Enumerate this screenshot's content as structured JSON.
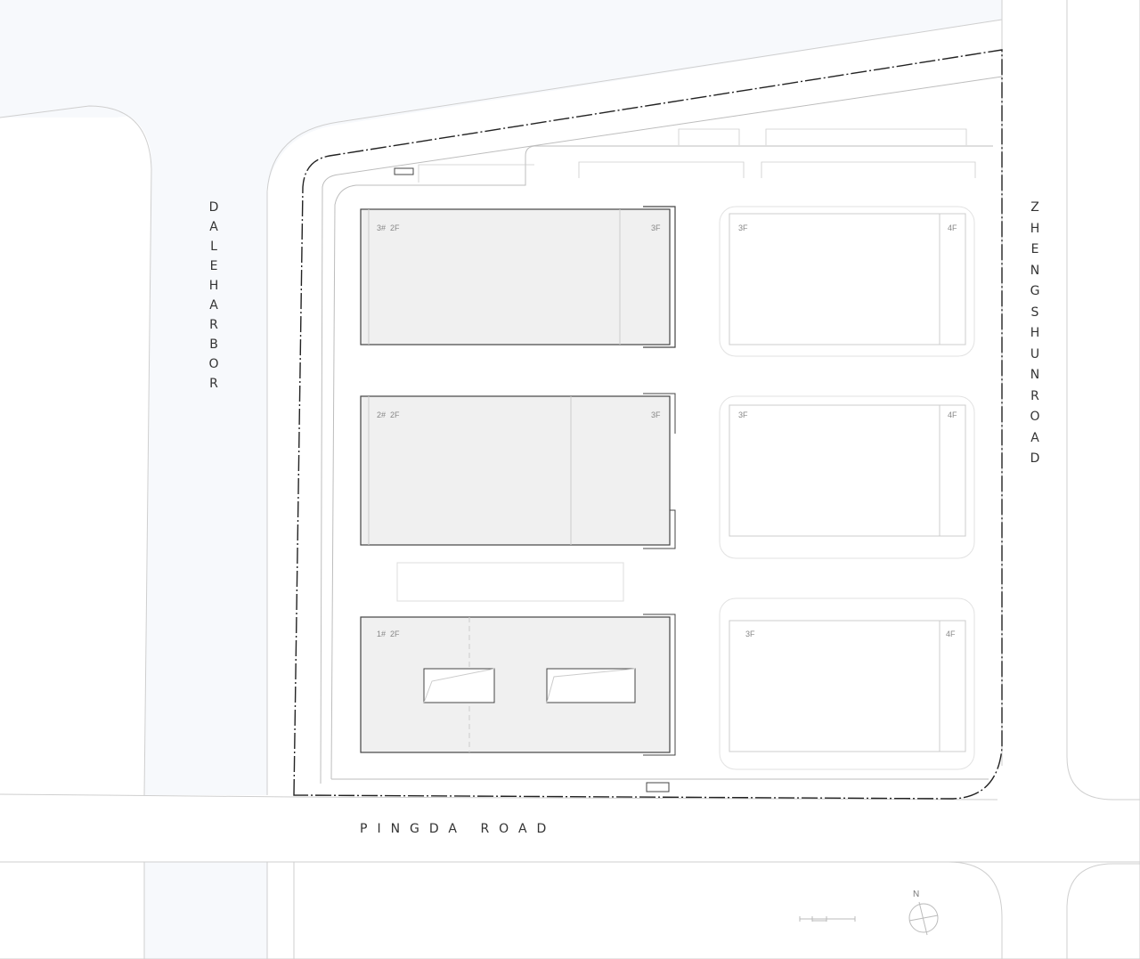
{
  "roads": {
    "west_waterway": "DALE HARBOR",
    "east_road": "ZHENGSHUN ROAD",
    "south_road": "PINGDA ROAD"
  },
  "buildings": [
    {
      "id": "3#",
      "floors_main": "2F",
      "floors_end": "3F",
      "label": "3#  2F"
    },
    {
      "id": "2#",
      "floors_main": "2F",
      "floors_end": "3F",
      "label": "2#  2F"
    },
    {
      "id": "1#",
      "floors_main": "2F",
      "label": "1#  2F"
    },
    {
      "floors_main": "3F",
      "floors_end": "4F"
    },
    {
      "floors_main": "3F",
      "floors_end": "4F"
    },
    {
      "floors_main": "3F",
      "floors_end": "4F"
    }
  ],
  "north_arrow": "N",
  "colors": {
    "water": "#f7f9fc",
    "building_fill": "#f0f0f0",
    "boundary": "#222222",
    "line_light": "#cfcfcf"
  }
}
